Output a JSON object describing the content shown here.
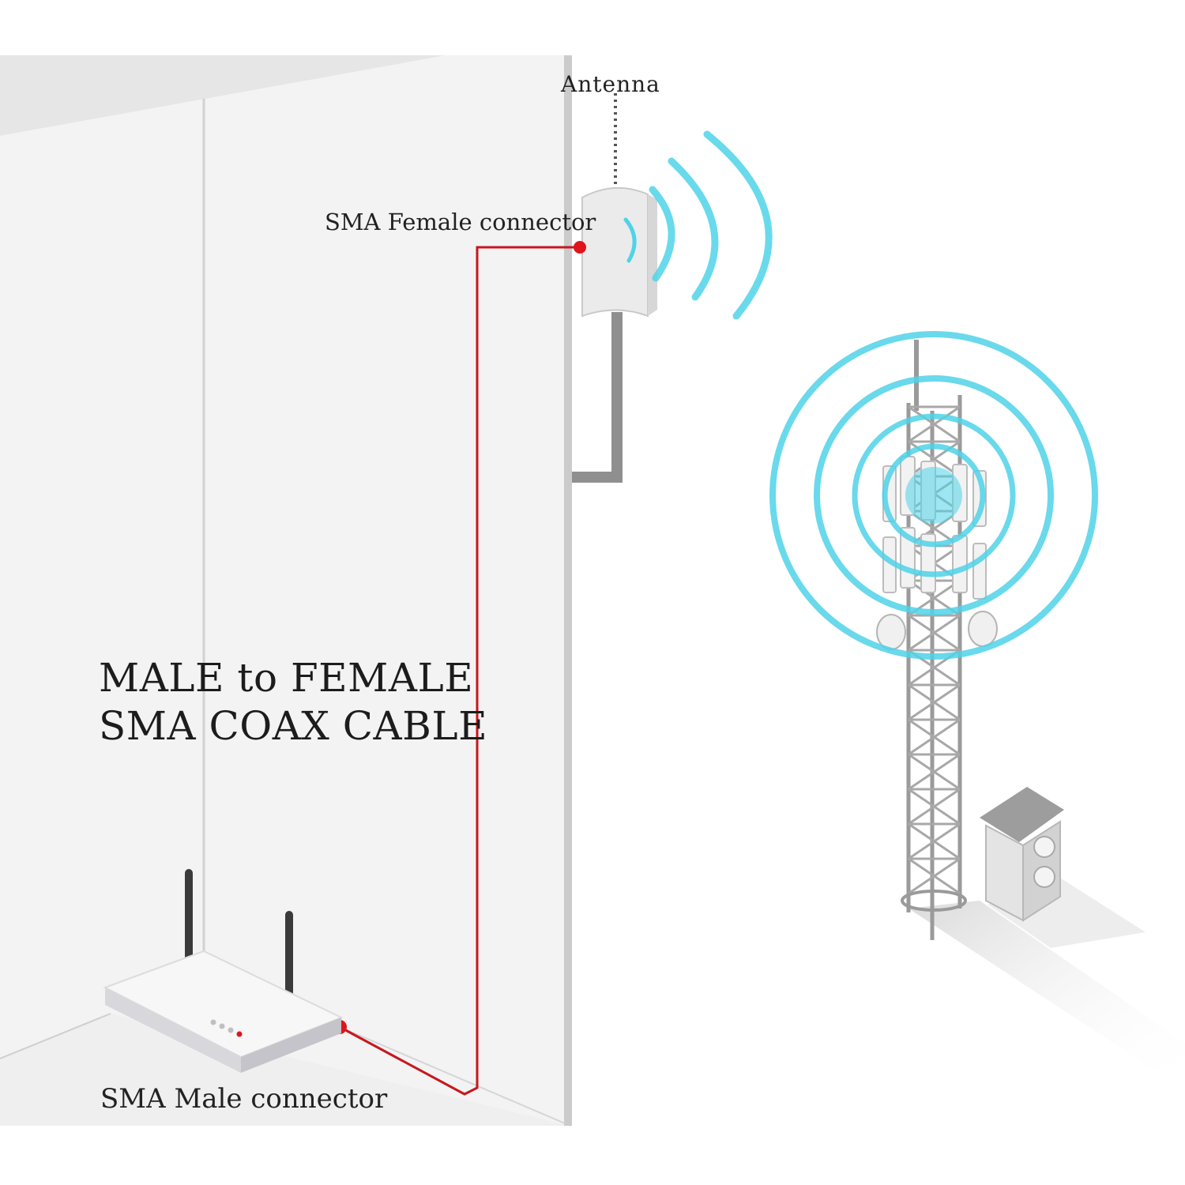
{
  "labels": {
    "antenna": "Antenna",
    "sma_female": "SMA Female connector",
    "title_line1": "MALE to FEMALE",
    "title_line2": "SMA COAX CABLE",
    "sma_male": "SMA Male connector"
  },
  "colors": {
    "cable": "#c8161d",
    "connector_dot": "#e0141b",
    "signal_wave": "#4fd3e8",
    "wall": "#f3f3f3",
    "wall_edge": "#c9c9c9",
    "antenna_body": "#e9e9e9",
    "mast": "#8f8f8f"
  },
  "icons": {
    "router": "wifi-router-icon",
    "panel_antenna": "panel-antenna-icon",
    "cell_tower": "cell-tower-icon",
    "equipment_cabinet": "equipment-cabinet-icon"
  }
}
